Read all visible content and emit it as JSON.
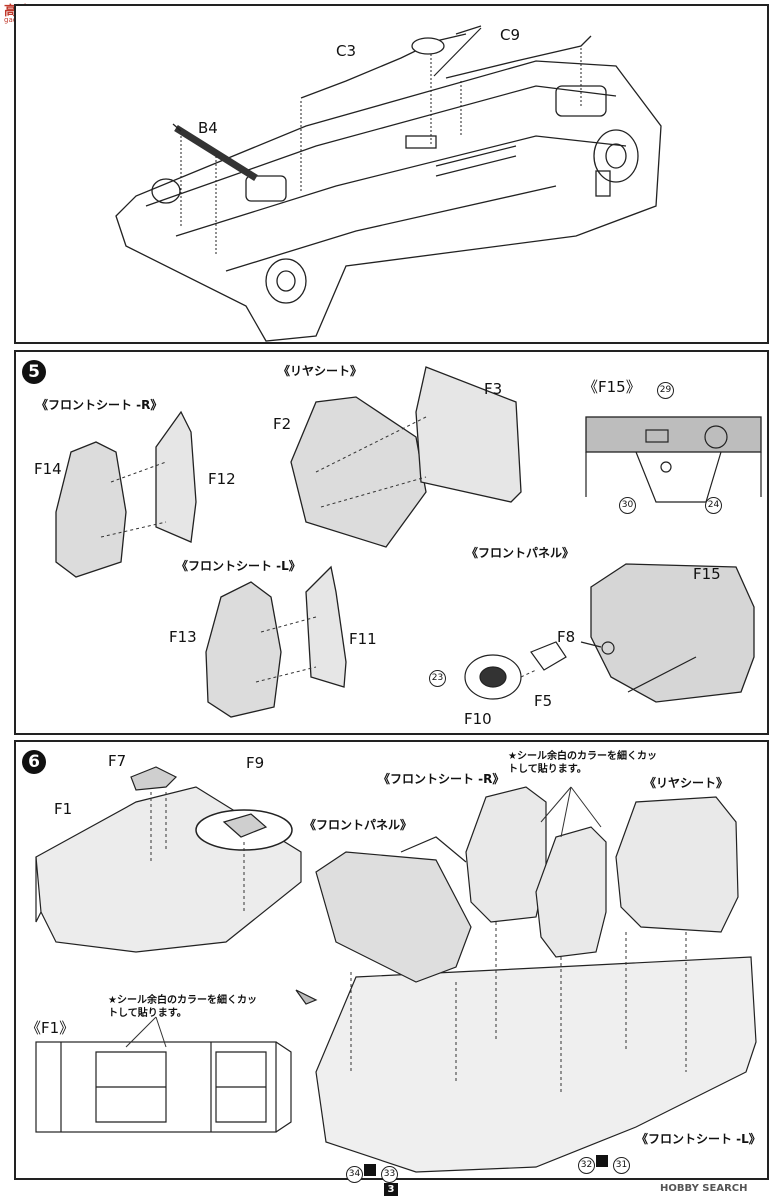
{
  "watermark_top": {
    "logo": "高达网",
    "url": "gao-dam.com"
  },
  "step4": {
    "labels": {
      "c3": "C3",
      "c9": "C9",
      "b4": "B4"
    }
  },
  "step5": {
    "number": "5",
    "headers": {
      "front_seat_r": "《フロントシート -R》",
      "rear_seat": "《リヤシート》",
      "front_seat_l": "《フロントシート -L》",
      "front_panel": "《フロントパネル》",
      "f15_detail": "《F15》"
    },
    "parts": {
      "f14": "F14",
      "f12": "F12",
      "f2": "F2",
      "f3": "F3",
      "f13": "F13",
      "f11": "F11",
      "f15": "F15",
      "f8": "F8",
      "f5": "F5",
      "f10": "F10"
    },
    "decals": {
      "d29": "29",
      "d30": "30",
      "d24": "24",
      "d23": "23"
    }
  },
  "step6": {
    "number": "6",
    "parts": {
      "f7": "F7",
      "f9": "F9",
      "f1": "F1"
    },
    "headers": {
      "f1_detail": "《F1》",
      "front_panel": "《フロントパネル》",
      "front_seat_r": "《フロントシート -R》",
      "rear_seat": "《リヤシート》",
      "front_seat_l": "《フロントシート -L》"
    },
    "notes": {
      "seal_note_top": "★シール余白のカラーを細くカットして貼ります。",
      "seal_note_f1": "★シール余白のカラーを細くカットして貼ります。"
    },
    "decals": {
      "d34": "34",
      "d33": "33",
      "d32": "32",
      "d31": "31"
    }
  },
  "footer": {
    "page": "3",
    "watermark": "HOBBY SEARCH"
  }
}
